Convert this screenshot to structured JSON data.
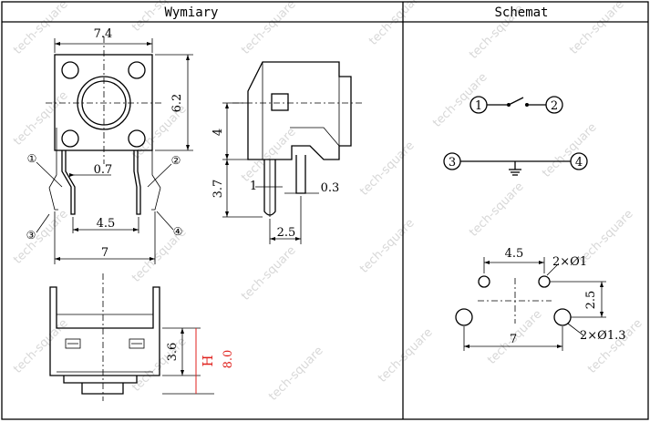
{
  "headers": {
    "left": "Wymiary",
    "right": "Schemat"
  },
  "watermark": "tech-square",
  "front_view": {
    "width": "7.4",
    "height": "6.2",
    "pin_width": "0.7",
    "pin_pitch": "4.5",
    "total_width": "7",
    "pin_labels": [
      "①",
      "②",
      "③",
      "④"
    ]
  },
  "side_view": {
    "body_height": "4",
    "pin_length": "3.7",
    "pin_thickness": "1",
    "pin_width": "0.3",
    "pin_offset": "2.5"
  },
  "bottom_view": {
    "actuator_height": "3.6",
    "h_label": "H",
    "h_value": "8.0"
  },
  "schematic": {
    "pins": [
      "1",
      "2",
      "3",
      "4"
    ]
  },
  "pcb_layout": {
    "pitch_small": "4.5",
    "hole_small": "2×Ø1",
    "pitch_vertical": "2.5",
    "pitch_large": "7",
    "hole_large": "2×Ø1.3"
  },
  "colors": {
    "border": "#000000",
    "h_dimension": "#e0211d",
    "watermark": "#d8d8d8"
  }
}
